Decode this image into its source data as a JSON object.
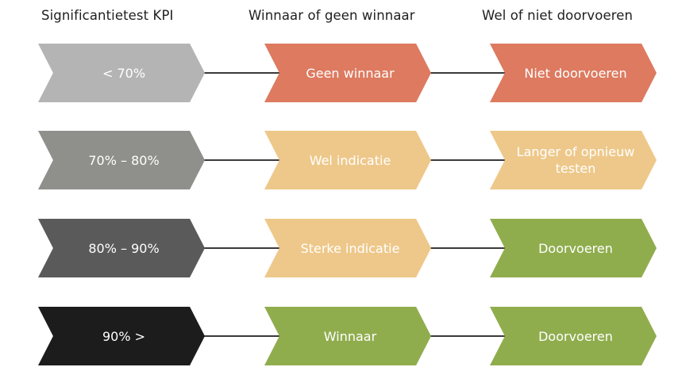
{
  "headers": [
    "Significantietest KPI",
    "Winnaar of geen winnaar",
    "Wel of niet doorvoeren"
  ],
  "colors": {
    "light_gray": "#b4b4b4",
    "mid_gray": "#8f908c",
    "dark_gray": "#5a5a5a",
    "black": "#1c1c1c",
    "salmon": "#dd7a60",
    "tan": "#eec88a",
    "green": "#90ad4e"
  },
  "rows": [
    {
      "kpi": {
        "label": "< 70%",
        "color": "#b4b4b4"
      },
      "result": {
        "label": "Geen winnaar",
        "color": "#dd7a60"
      },
      "action": {
        "label": "Niet doorvoeren",
        "color": "#dd7a60"
      }
    },
    {
      "kpi": {
        "label": "70% – 80%",
        "color": "#8f908c"
      },
      "result": {
        "label": "Wel indicatie",
        "color": "#eec88a"
      },
      "action": {
        "label": "Langer of opnieuw testen",
        "color": "#eec88a"
      }
    },
    {
      "kpi": {
        "label": "80% – 90%",
        "color": "#5a5a5a"
      },
      "result": {
        "label": "Sterke indicatie",
        "color": "#eec88a"
      },
      "action": {
        "label": "Doorvoeren",
        "color": "#90ad4e"
      }
    },
    {
      "kpi": {
        "label": "90% >",
        "color": "#1c1c1c"
      },
      "result": {
        "label": "Winnaar",
        "color": "#90ad4e"
      },
      "action": {
        "label": "Doorvoeren",
        "color": "#90ad4e"
      }
    }
  ]
}
